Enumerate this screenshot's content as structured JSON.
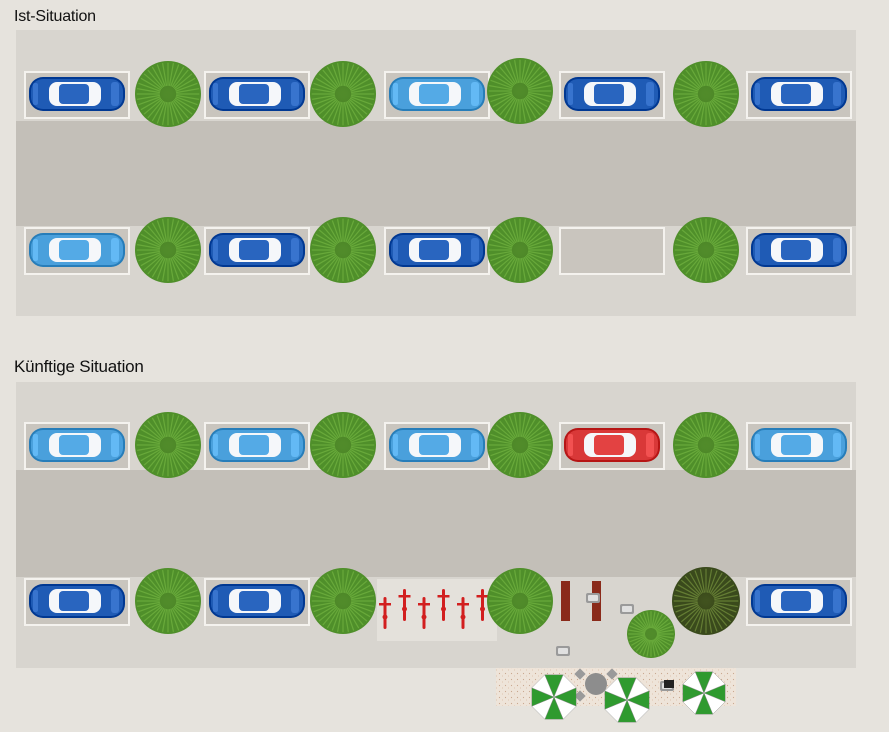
{
  "titles": {
    "current": "Ist-Situation",
    "future": "Künftige Situation"
  },
  "colors": {
    "background": "#e6e3dd",
    "sidewalk": "#d8d5cf",
    "road": "#c3bfb8",
    "parking_bay": "#c9c5be",
    "car_dark_blue": "#1f5bb5",
    "car_light_blue": "#4aa0dc",
    "car_red": "#d93838",
    "tree": "#4f8f2a",
    "tree_dark": "#3a4a1c",
    "plaza": "#eee4d9",
    "umbrella_green": "#2f9a2f",
    "bike_red": "#d21f1f",
    "bench_brown": "#8a2a1a"
  },
  "scenes": {
    "current": {
      "top_row": [
        "car-dark",
        "tree",
        "car-dark",
        "tree",
        "car-light",
        "tree",
        "car-dark",
        "tree",
        "car-dark"
      ],
      "bottom_row": [
        "car-light",
        "tree",
        "car-dark",
        "tree",
        "car-dark",
        "tree",
        "empty",
        "tree",
        "car-dark"
      ]
    },
    "future": {
      "top_row": [
        "car-light",
        "tree",
        "car-light",
        "tree",
        "car-light",
        "tree",
        "car-red",
        "tree",
        "car-light"
      ],
      "bottom_row": [
        "car-dark",
        "tree",
        "car-dark",
        "tree",
        "bikes",
        "tree",
        "plaza",
        "tree",
        "car-dark"
      ]
    }
  }
}
